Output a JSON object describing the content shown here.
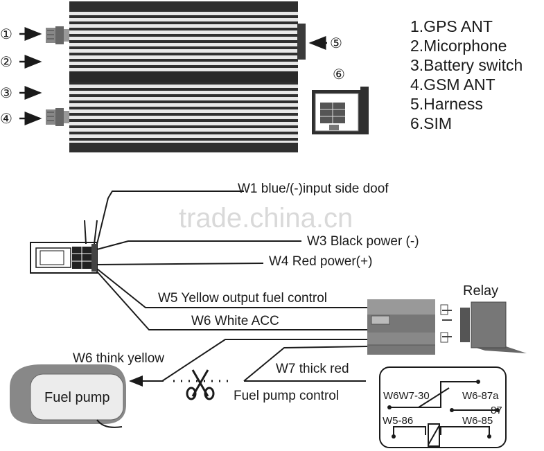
{
  "legend": [
    "1.GPS ANT",
    "2.Micorphone",
    "3.Battery switch",
    "4.GSM ANT",
    "5.Harness",
    "6.SIM"
  ],
  "markers": {
    "m1": "①",
    "m2": "②",
    "m3": "③",
    "m4": "④",
    "m5": "⑤",
    "m6": "⑥"
  },
  "wires": {
    "w1": "W1 blue/(-)input side doof",
    "w3": "W3 Black power (-)",
    "w4": "W4 Red power(+)",
    "w5": "W5 Yellow output fuel  control",
    "w6": "W6   White ACC",
    "w6_think": "W6 think yellow",
    "w7": "W7 thick red",
    "fuel_pump_control": "Fuel pump control"
  },
  "labels": {
    "relay": "Relay",
    "fuel_pump": "Fuel pump",
    "watermark": "trade.china.cn"
  },
  "relay_schematic": {
    "w6w7_30": "W6W7-30",
    "w6_87a": "W6-87a",
    "p87": "87",
    "w5_86": "W5-86",
    "w6_85": "W6-85"
  },
  "colors": {
    "line": "#1a1a1a",
    "device_dark": "#333333",
    "device_fin": "#e8e8e8",
    "watermark": "#d9d9d9"
  }
}
